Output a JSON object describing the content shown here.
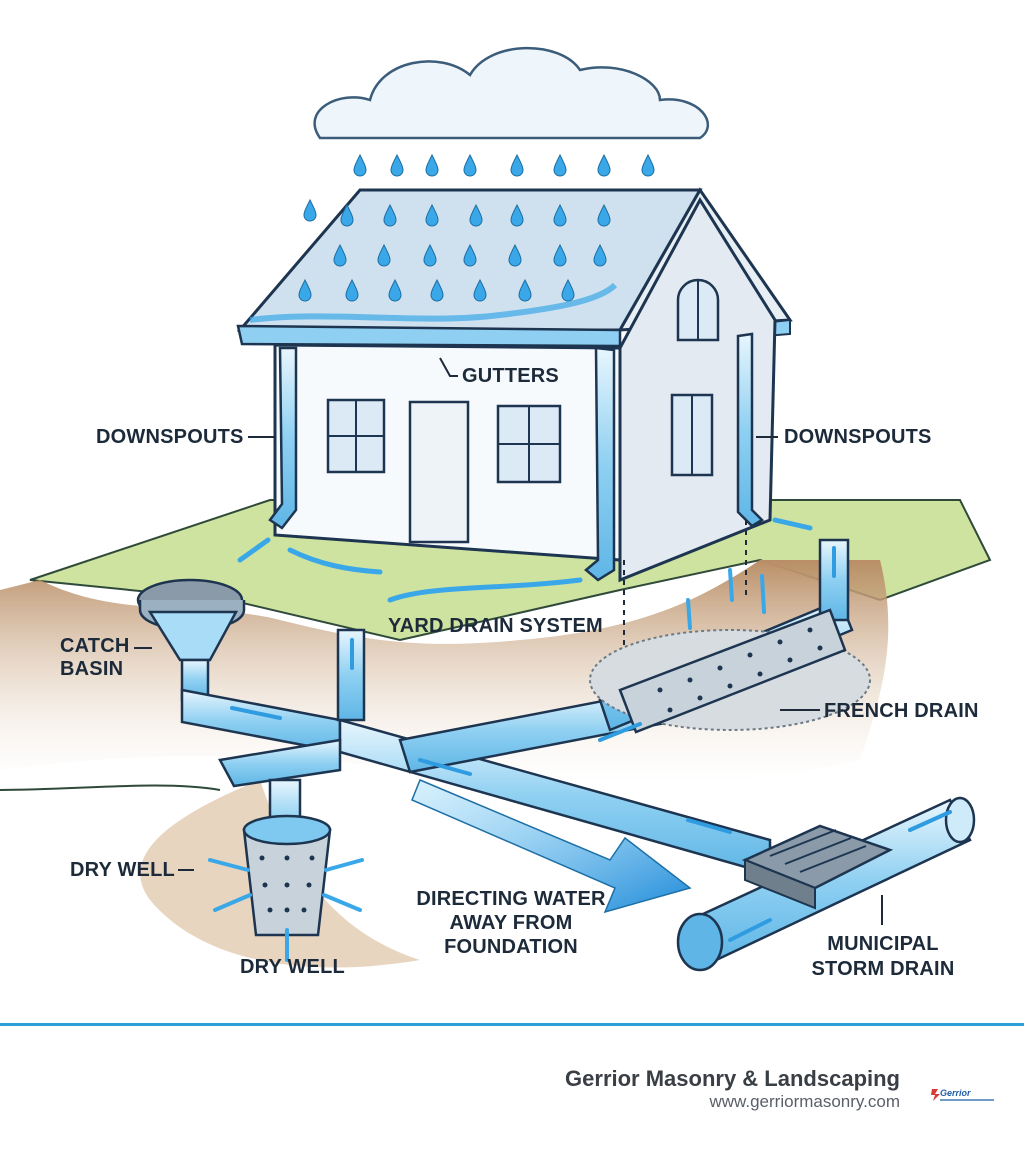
{
  "labels": {
    "gutters": "GUTTERS",
    "downspouts_left": "DOWNSPOUTS",
    "downspouts_right": "DOWNSPOUTS",
    "catch_basin_line1": "CATCH",
    "catch_basin_line2": "BASIN",
    "yard_drain": "YARD DRAIN SYSTEM",
    "french_drain": "FRENCH DRAIN",
    "dry_well_side": "DRY WELL",
    "dry_well_bottom": "DRY WELL",
    "directing_line1": "DIRECTING WATER",
    "directing_line2": "AWAY FROM",
    "directing_line3": "FOUNDATION",
    "municipal_line1": "MUNICIPAL",
    "municipal_line2": "STORM DRAIN"
  },
  "footer": {
    "company": "Gerrior Masonry & Landscaping",
    "website": "www.gerriormasonry.com",
    "logo_text": "Gerrior"
  },
  "colors": {
    "water": "#3aa8e8",
    "pipe": "#bfe4f7",
    "soil": "#c9a27e",
    "grass": "#cfe3a0",
    "outline": "#1d3550",
    "accent": "#2ea0d6"
  }
}
